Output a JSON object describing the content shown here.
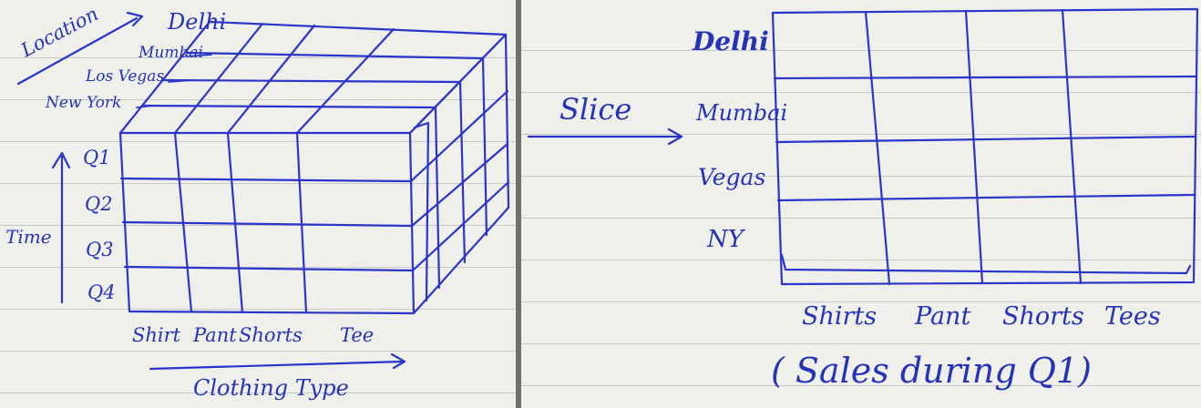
{
  "left_panel": {
    "location_axis": {
      "title": "Location",
      "items": [
        "Delhi",
        "Mumbai",
        "Los Vegas",
        "New York"
      ]
    },
    "time_axis": {
      "title": "Time",
      "items": [
        "Q1",
        "Q2",
        "Q3",
        "Q4"
      ]
    },
    "clothing_axis": {
      "title": "Clothing Type",
      "items": [
        "Shirt",
        "Pant",
        "Shorts",
        "Tee"
      ]
    }
  },
  "operation": {
    "label": "Slice"
  },
  "right_panel": {
    "row_labels": [
      "Delhi",
      "Mumbai",
      "Vegas",
      "NY"
    ],
    "column_labels": [
      "Shirts",
      "Pant",
      "Shorts",
      "Tees"
    ],
    "caption": "( Sales during Q1)"
  },
  "ink_color": "#2b35c9"
}
